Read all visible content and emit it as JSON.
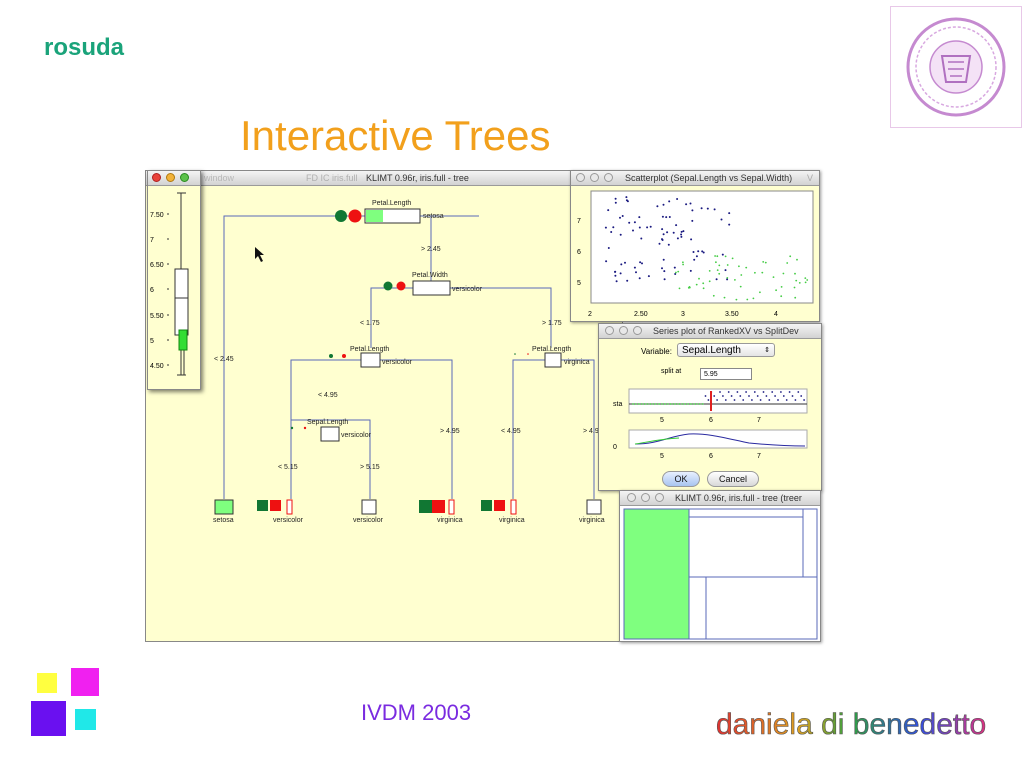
{
  "brand": {
    "name": "rosuda"
  },
  "slide": {
    "title": "Interactive Trees",
    "footer": "IVDM 2003"
  },
  "colors": {
    "brand": "#1aa37a",
    "title": "#f2a01c",
    "footer": "#7a2be0",
    "panel_bg": "#ffffd0",
    "node_green": "#7fff7f",
    "class_red": "#ee1111",
    "class_darkgreen": "#117733"
  },
  "tree_window": {
    "title_bg": "KLIMT 0.96r, iris.full - tree",
    "title_shadow": "FD IC iris.full",
    "title_left": "window",
    "root": {
      "label": "Petal.Length",
      "class": "setosa"
    },
    "split_left": "< 2.45",
    "split_right": "> 2.45",
    "n2": {
      "label": "Petal.Width",
      "class": "versicolor"
    },
    "n2_left": "< 1.75",
    "n2_right": "> 1.75",
    "n3": {
      "label": "Petal.Length",
      "class": "versicolor"
    },
    "n3_left": "< 4.95",
    "n3_right": "> 4.95",
    "n4": {
      "label": "Sepal.Length",
      "class": "versicolor"
    },
    "n4_left": "< 5.15",
    "n4_right": "> 5.15",
    "n5": {
      "label": "Petal.Length",
      "class": "virginica"
    },
    "n5_left": "< 4.95",
    "n5_right": "> 4.9",
    "leaves": [
      "setosa",
      "versicolor",
      "versicolor",
      "virginica",
      "virginica",
      "virginica"
    ]
  },
  "boxplot": {
    "ticks": [
      "7.50",
      "7",
      "6.50",
      "6",
      "5.50",
      "5",
      "4.50"
    ]
  },
  "scatter_window": {
    "title": "Scatterplot (Sepal.Length vs Sepal.Width)",
    "title_suffix": "V",
    "y_ticks": [
      "7",
      "6",
      "5"
    ],
    "x_ticks": [
      "2",
      "2.50",
      "3",
      "3.50",
      "4"
    ]
  },
  "series_window": {
    "title": "Series plot of RankedXV vs SplitDev",
    "variable_label": "Variable:",
    "variable_value": "Sepal.Length",
    "split_at_label": "split at",
    "split_at_value": "5.95",
    "axis_label": "sta",
    "ticks": [
      "5",
      "6",
      "7"
    ],
    "zero": "0",
    "ok": "OK",
    "cancel": "Cancel"
  },
  "treemap_window": {
    "title": "KLIMT 0.96r, iris.full - tree (treer"
  }
}
